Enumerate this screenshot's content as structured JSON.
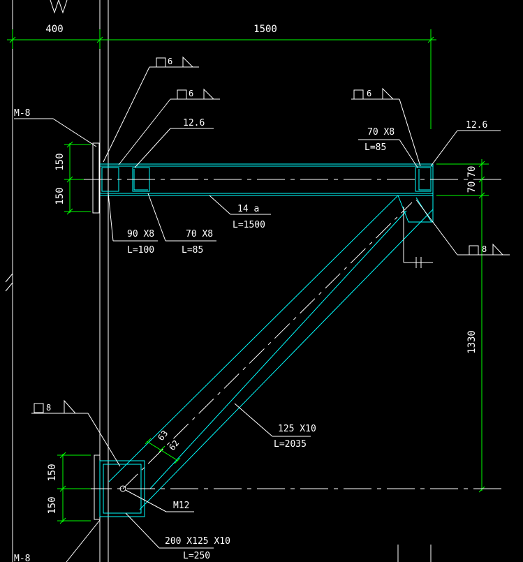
{
  "drawing": {
    "colors": {
      "background": "#000000",
      "structure": "#00ffff",
      "dimension": "#00ff00",
      "leader": "#ffffff",
      "centerline": "#ffffff"
    },
    "dimensions": {
      "top_left": "400",
      "top_main": "1500",
      "left_upper_a": "150",
      "left_upper_b": "150",
      "right_a": "70",
      "right_b": "70",
      "right_height": "1330",
      "left_lower_a": "150",
      "left_lower_b": "150"
    },
    "labels": {
      "plate_top": "M-8",
      "plate_bottom": "M-8",
      "weld_top_1": "6",
      "weld_top_2": "6",
      "weld_right_top": "6",
      "weld_right_lower": "8",
      "weld_bottom": "8",
      "bolt_size_left": "12.6",
      "bolt_size_right": "12.6",
      "angle_right_size": "70 X8",
      "angle_right_len": "L=85",
      "channel_size": "14 a",
      "channel_len": "L=1500",
      "angle_left1_size": "90 X8",
      "angle_left1_len": "L=100",
      "angle_left2_size": "70 X8",
      "angle_left2_len": "L=85",
      "brace_size": "125 X10",
      "brace_len": "L=2035",
      "brace_offset_a": "63",
      "brace_offset_b": "62",
      "bolt_bottom": "M12",
      "base_size": "200 X125 X10",
      "base_len": "L=250"
    }
  }
}
